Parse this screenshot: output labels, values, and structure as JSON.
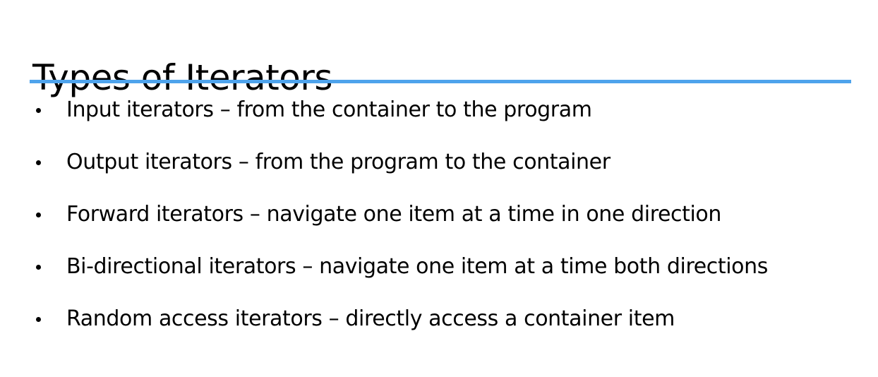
{
  "slide": {
    "title": "Types of Iterators",
    "accent_color": "#4ea3ec",
    "bullets": [
      "Input iterators – from the container to the program",
      "Output iterators – from the program to the container",
      "Forward iterators – navigate one item at a time in one direction",
      "Bi-directional iterators – navigate one item at a time both directions",
      "Random access iterators – directly access a container item"
    ]
  }
}
